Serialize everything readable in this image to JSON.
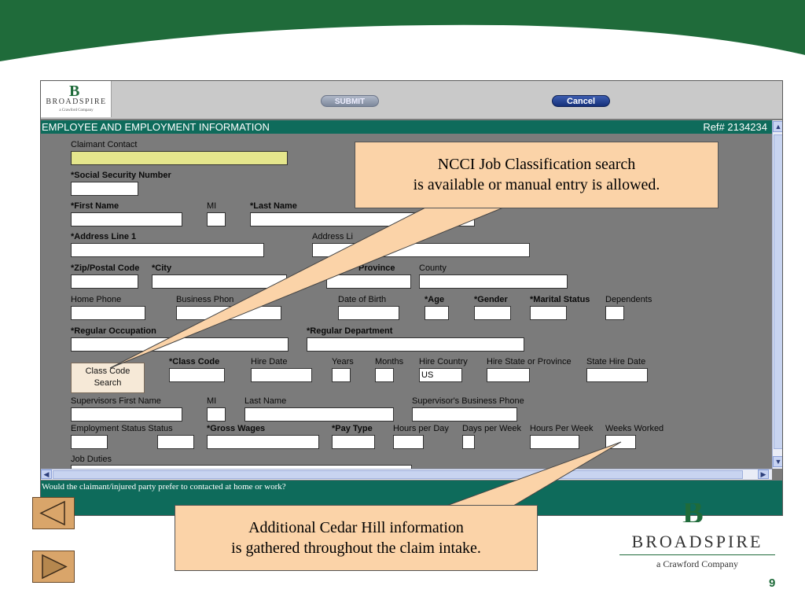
{
  "colors": {
    "brand_green": "#1f6b3a",
    "section_teal": "#0e6b5b",
    "callout_fill": "#fbd3a8",
    "nav_fill": "#d9a56a"
  },
  "app_logo": {
    "letter": "B",
    "name": "BROADSPIRE",
    "sub": "a Crawford Company"
  },
  "toolbar": {
    "submit_label": "SUBMIT",
    "cancel_label": "Cancel"
  },
  "section": {
    "title": "EMPLOYEE AND EMPLOYMENT INFORMATION",
    "ref": "Ref# 2134234"
  },
  "form": {
    "claimant_contact": "Claimant Contact",
    "ssn": "*Social Security Number",
    "first_name": "*First Name",
    "mi": "MI",
    "last_name": "*Last Name",
    "address1": "*Address Line 1",
    "address2": "Address Li",
    "zip": "*Zip/Postal Code",
    "city": "*City",
    "province": "Province",
    "county": "County",
    "home_phone": "Home Phone",
    "business_phone": "Business Phon",
    "dob": "Date of Birth",
    "age": "*Age",
    "gender": "*Gender",
    "marital": "*Marital Status",
    "dependents": "Dependents",
    "reg_occupation": "*Regular Occupation",
    "reg_department": "*Regular Department",
    "class_code": "*Class Code",
    "hire_date": "Hire Date",
    "years": "Years",
    "months": "Months",
    "hire_country": "Hire Country",
    "hire_country_value": "US",
    "hire_state": "Hire State or Province",
    "state_hire_date": "State Hire Date",
    "class_code_button": "Class Code Search",
    "sup_first": "Supervisors First Name",
    "sup_mi": "MI",
    "sup_last": "Last Name",
    "sup_phone": "Supervisor's Business Phone",
    "emp_status": "Employment Status Status",
    "gross_wages": "*Gross Wages",
    "pay_type": "*Pay Type",
    "hours_day": "Hours per Day",
    "days_week": "Days per Week",
    "hours_week": "Hours Per Week",
    "weeks_worked": "Weeks Worked",
    "job_duties": "Job Duties"
  },
  "status_text": "Would the claimant/injured party prefer to contacted at home or work?",
  "callouts": {
    "top_line1": "NCCI Job Classification search",
    "top_line2": "is available or manual entry is allowed.",
    "bottom_line1": "Additional Cedar Hill information",
    "bottom_line2": "is gathered throughout the claim intake."
  },
  "icons": {
    "prev": "triangle-left-icon",
    "next": "triangle-right-icon"
  },
  "brand": {
    "letter": "B",
    "name": "BROADSPIRE",
    "sub": "a Crawford Company"
  },
  "page_number": "9"
}
